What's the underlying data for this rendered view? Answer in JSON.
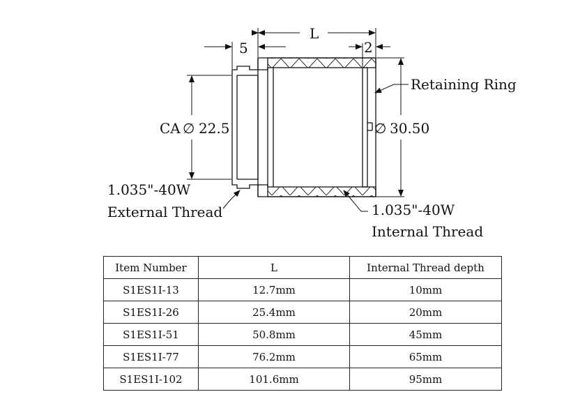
{
  "labels": {
    "length": "L",
    "left_dim": "5",
    "right_dim": "2",
    "retaining_ring": "Retaining Ring",
    "ca_prefix": "CA",
    "ca_value": "22.5",
    "outer_value": "30.50",
    "diameter_symbol": "∅",
    "ext_thread_size": "1.035\"-40W",
    "ext_thread_name": "External Thread",
    "int_thread_size": "1.035\"-40W",
    "int_thread_name": "Internal Thread"
  },
  "table": {
    "headers": [
      "Item Number",
      "L",
      "Internal Thread depth"
    ],
    "rows": [
      [
        "S1ES1I-13",
        "12.7mm",
        "10mm"
      ],
      [
        "S1ES1I-26",
        "25.4mm",
        "20mm"
      ],
      [
        "S1ES1I-51",
        "50.8mm",
        "45mm"
      ],
      [
        "S1ES1I-77",
        "76.2mm",
        "65mm"
      ],
      [
        "S1ES1I-102",
        "101.6mm",
        "95mm"
      ]
    ]
  }
}
